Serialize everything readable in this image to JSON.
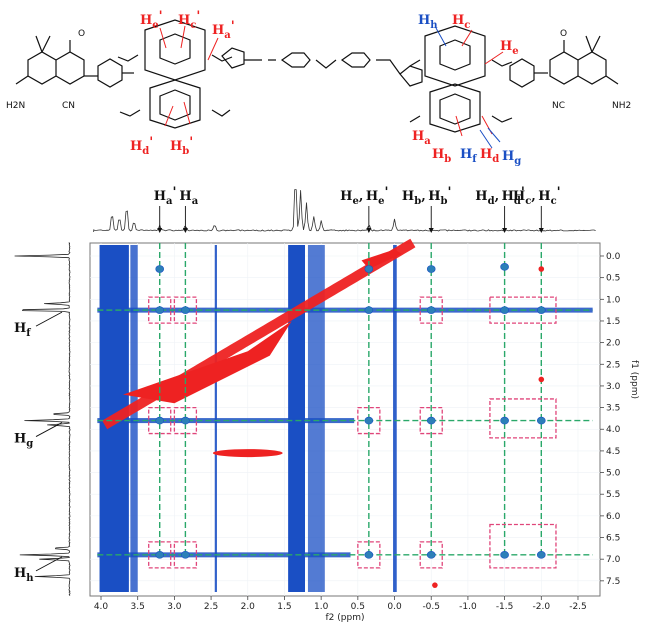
{
  "chart_data": {
    "type": "heatmap",
    "title": "",
    "xlabel": "f2 (ppm)",
    "ylabel": "f1 (ppm)",
    "xlim": [
      4.15,
      -2.8
    ],
    "ylim": [
      -0.3,
      7.85
    ],
    "x_ticks": [
      "4.0",
      "3.5",
      "3.0",
      "2.5",
      "2.0",
      "1.5",
      "1.0",
      "0.5",
      "0.0",
      "-0.5",
      "-1.0",
      "-1.5",
      "-2.0",
      "-2.5"
    ],
    "y_ticks": [
      "0.0",
      "0.5",
      "1.0",
      "1.5",
      "2.0",
      "2.5",
      "3.0",
      "3.5",
      "4.0",
      "4.5",
      "5.0",
      "5.5",
      "6.0",
      "6.5",
      "7.0",
      "7.5"
    ],
    "colors": {
      "positive": "#ee2222",
      "negative": "#1a4fc4",
      "box": "#e0457a",
      "guide": "#2aa86a"
    },
    "peaks_column_labels": [
      {
        "base": "H",
        "sub": "a",
        "prime": "'",
        "x": 3.2,
        "color": "#111111"
      },
      {
        "base": "H",
        "sub": "a",
        "prime": "",
        "x": 2.85,
        "color": "#111111"
      },
      {
        "base": "H",
        "sub": "e",
        "prime": "",
        "x2label": "H",
        "x2sub": "e",
        "x2prime": "'",
        "x": 0.35,
        "color": "#111111"
      },
      {
        "base": "H",
        "sub": "b",
        "prime": "",
        "x2label": "H",
        "x2sub": "b",
        "x2prime": "'",
        "x": -0.5,
        "color": "#111111"
      },
      {
        "base": "H",
        "sub": "d",
        "prime": "",
        "x2label": "H",
        "x2sub": "d",
        "x2prime": "'",
        "x": -1.5,
        "color": "#111111"
      },
      {
        "base": "H",
        "sub": "c",
        "prime": "",
        "x2label": "H",
        "x2sub": "c",
        "x2prime": "'",
        "x": -2.0,
        "color": "#111111"
      }
    ],
    "row_labels": [
      {
        "base": "H",
        "sub": "f",
        "y": 1.25
      },
      {
        "base": "H",
        "sub": "g",
        "y": 3.8
      },
      {
        "base": "H",
        "sub": "h",
        "y": 6.9
      }
    ],
    "guide_rows": [
      1.25,
      3.8,
      6.9
    ],
    "guide_cols": [
      3.2,
      2.85,
      0.35,
      -0.5,
      -1.5,
      -2.0
    ],
    "cross_peaks": [
      {
        "x": 3.2,
        "y": 0.3
      },
      {
        "x": 0.35,
        "y": 0.3
      },
      {
        "x": -0.5,
        "y": 0.3
      },
      {
        "x": -1.5,
        "y": 0.25
      },
      {
        "x": 3.2,
        "y": 1.25
      },
      {
        "x": 2.85,
        "y": 1.25
      },
      {
        "x": 0.35,
        "y": 1.25
      },
      {
        "x": -0.5,
        "y": 1.25
      },
      {
        "x": -1.5,
        "y": 1.25
      },
      {
        "x": -2.0,
        "y": 1.25
      },
      {
        "x": 3.2,
        "y": 3.8
      },
      {
        "x": 2.85,
        "y": 3.8
      },
      {
        "x": 0.35,
        "y": 3.8
      },
      {
        "x": -0.5,
        "y": 3.8
      },
      {
        "x": -1.5,
        "y": 3.8
      },
      {
        "x": -2.0,
        "y": 3.8
      },
      {
        "x": 3.2,
        "y": 6.9
      },
      {
        "x": 2.85,
        "y": 6.9
      },
      {
        "x": 0.35,
        "y": 6.9
      },
      {
        "x": -0.5,
        "y": 6.9
      },
      {
        "x": -1.5,
        "y": 6.9
      },
      {
        "x": -2.0,
        "y": 6.9
      }
    ],
    "red_spots": [
      {
        "x": -2.0,
        "y": 0.3
      },
      {
        "x": -2.0,
        "y": 2.85
      },
      {
        "x": -0.55,
        "y": 7.6
      }
    ],
    "boxes": [
      {
        "x1": 3.35,
        "x2": 3.05,
        "y1": 0.95,
        "y2": 1.55
      },
      {
        "x1": 3.0,
        "x2": 2.7,
        "y1": 0.95,
        "y2": 1.55
      },
      {
        "x1": -0.35,
        "x2": -0.65,
        "y1": 0.95,
        "y2": 1.55
      },
      {
        "x1": -1.3,
        "x2": -2.2,
        "y1": 0.95,
        "y2": 1.55
      },
      {
        "x1": 3.35,
        "x2": 3.05,
        "y1": 3.5,
        "y2": 4.1
      },
      {
        "x1": 3.0,
        "x2": 2.7,
        "y1": 3.5,
        "y2": 4.1
      },
      {
        "x1": 0.5,
        "x2": 0.2,
        "y1": 3.5,
        "y2": 4.1
      },
      {
        "x1": -0.35,
        "x2": -0.65,
        "y1": 3.5,
        "y2": 4.1
      },
      {
        "x1": -1.3,
        "x2": -2.2,
        "y1": 3.3,
        "y2": 4.2
      },
      {
        "x1": 3.35,
        "x2": 3.05,
        "y1": 6.6,
        "y2": 7.2
      },
      {
        "x1": 3.0,
        "x2": 2.7,
        "y1": 6.6,
        "y2": 7.2
      },
      {
        "x1": 0.5,
        "x2": 0.2,
        "y1": 6.6,
        "y2": 7.2
      },
      {
        "x1": -0.35,
        "x2": -0.65,
        "y1": 6.6,
        "y2": 7.2
      },
      {
        "x1": -1.3,
        "x2": -2.2,
        "y1": 6.2,
        "y2": 7.2
      }
    ]
  },
  "structure_labels": {
    "left": [
      {
        "base": "H",
        "sub": "e",
        "prime": "'"
      },
      {
        "base": "H",
        "sub": "c",
        "prime": "'"
      },
      {
        "base": "H",
        "sub": "a",
        "prime": "'"
      },
      {
        "base": "H",
        "sub": "d",
        "prime": "'"
      },
      {
        "base": "H",
        "sub": "b",
        "prime": "'"
      }
    ],
    "right": [
      {
        "base": "H",
        "sub": "h",
        "prime": "",
        "color": "#1a4fc4"
      },
      {
        "base": "H",
        "sub": "c",
        "prime": "",
        "color": "#ee2222"
      },
      {
        "base": "H",
        "sub": "e",
        "prime": "",
        "color": "#ee2222"
      },
      {
        "base": "H",
        "sub": "a",
        "prime": "",
        "color": "#ee2222"
      },
      {
        "base": "H",
        "sub": "b",
        "prime": "",
        "color": "#ee2222"
      },
      {
        "base": "H",
        "sub": "f",
        "prime": "",
        "color": "#1a4fc4"
      },
      {
        "base": "H",
        "sub": "d",
        "prime": "",
        "color": "#ee2222"
      },
      {
        "base": "H",
        "sub": "g",
        "prime": "",
        "color": "#1a4fc4"
      }
    ],
    "chem_text": {
      "h2n_left": "H2N",
      "cn_left": "CN",
      "o_left": "O",
      "nc_right": "NC",
      "nh2_right": "NH2",
      "o_right": "O"
    }
  }
}
